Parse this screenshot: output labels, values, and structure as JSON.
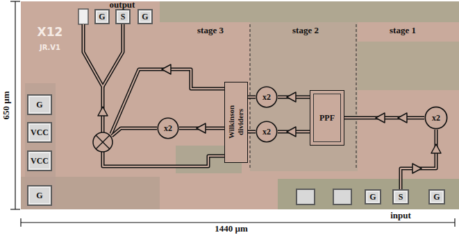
{
  "diagram": {
    "nodes": [
      {
        "text": [
          "G"
        ]
      },
      {
        "text": [
          "S"
        ]
      },
      {
        "text": [
          "G"
        ]
      },
      {
        "text": [
          "G"
        ]
      },
      {
        "text": [
          "VCC"
        ]
      },
      {
        "text": [
          "VCC"
        ]
      },
      {
        "text": [
          "G"
        ]
      },
      {
        "text": [
          "G"
        ]
      },
      {
        "text": [
          "S"
        ]
      },
      {
        "text": [
          "G"
        ]
      },
      {
        "text": [
          "x2"
        ]
      },
      {
        "text": [
          "PPF"
        ]
      },
      {
        "text": [
          "x2"
        ]
      },
      {
        "text": [
          "x2"
        ]
      },
      {
        "text": [
          "Wilkinson dividers"
        ]
      },
      {
        "text": [
          "x2"
        ]
      }
    ],
    "edges": [
      {
        "from": 8,
        "to": 10,
        "arrow": "none"
      },
      {
        "from": 10,
        "to": 11,
        "arrow": "none"
      },
      {
        "from": 11,
        "to": 12,
        "arrow": "none"
      },
      {
        "from": 11,
        "to": 13,
        "arrow": "none"
      },
      {
        "from": 12,
        "to": 14,
        "arrow": "none"
      },
      {
        "from": 13,
        "to": 14,
        "arrow": "none"
      },
      {
        "from": 14,
        "to": 15,
        "arrow": "none"
      }
    ],
    "labels": [
      "output",
      "X12",
      "JR.V1",
      "stage 3",
      "stage 2",
      "stage 1",
      "650 µm",
      "1440 µm",
      "input"
    ]
  }
}
